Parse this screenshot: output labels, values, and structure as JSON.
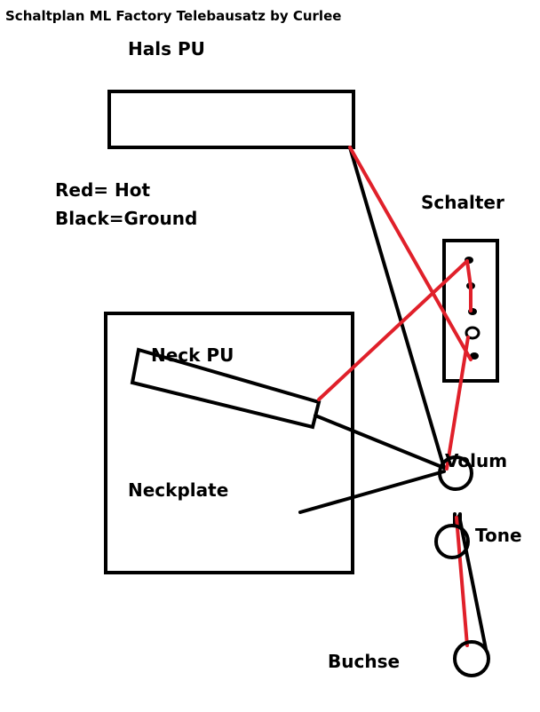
{
  "title": "Schaltplan ML Factory Telebausatz by Curlee",
  "labels": {
    "hals_pu": "Hals PU",
    "legend_red": "Red= Hot",
    "legend_black": "Black=Ground",
    "schalter": "Schalter",
    "neck_pu": "Neck PU",
    "neckplate": "Neckplate",
    "volum": "Volum",
    "tone": "Tone",
    "buchse": "Buchse"
  },
  "colors": {
    "hot": "#e0202a",
    "ground": "#000000",
    "outline": "#000000",
    "background": "#ffffff"
  }
}
